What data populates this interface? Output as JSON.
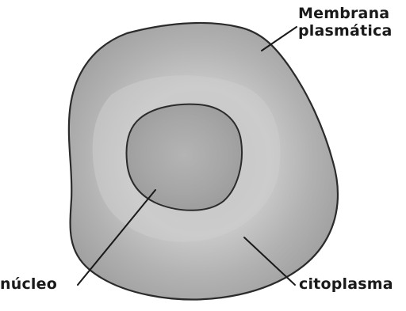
{
  "labels": {
    "membrane_line1": "Membrana",
    "membrane_line2": "plasmática",
    "nucleus": "núcleo",
    "cytoplasm": "citoplasma"
  },
  "colors": {
    "cell_fill": "#a9a9a9",
    "cell_inner_light": "#c8c8c8",
    "nucleus_fill": "#a3a3a3",
    "outline": "#2b2b2b",
    "background": "#ffffff"
  }
}
